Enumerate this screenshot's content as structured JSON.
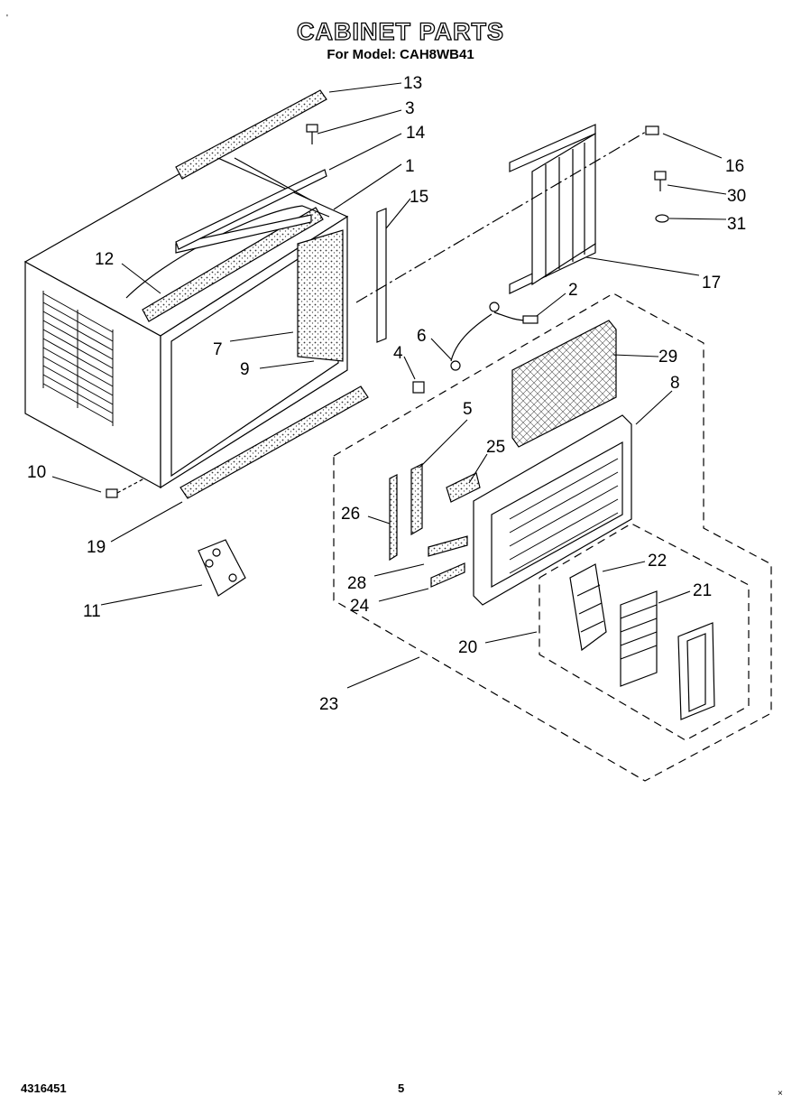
{
  "page": {
    "corner_mark": "'",
    "corner_mark_br": "×",
    "part_number": "4316451",
    "page_number": "5"
  },
  "header": {
    "title": "CABINET PARTS",
    "subtitle": "For Model: CAH8WB41"
  },
  "callouts": [
    "1",
    "2",
    "3",
    "4",
    "5",
    "6",
    "7",
    "8",
    "9",
    "10",
    "11",
    "12",
    "13",
    "14",
    "15",
    "16",
    "17",
    "19",
    "20",
    "21",
    "22",
    "23",
    "24",
    "25",
    "26",
    "28",
    "29",
    "30",
    "31"
  ]
}
